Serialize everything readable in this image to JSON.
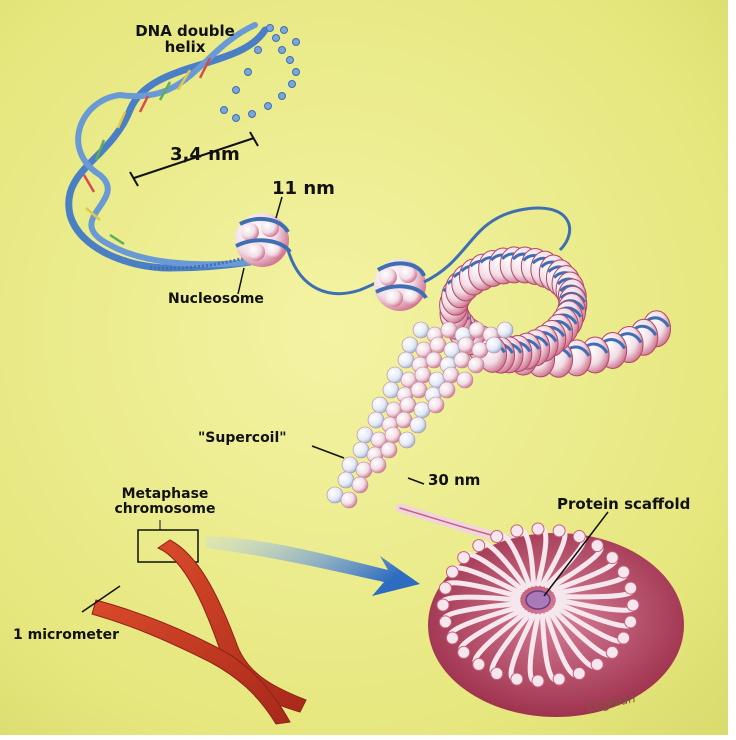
{
  "labels": {
    "dna_line1": "DNA double",
    "dna_line2": "helix",
    "width_dna": "3,4 nm",
    "width_11": "11 nm",
    "nucleosome": "Nucleosome",
    "supercoil": "\"Supercoil\"",
    "width_30": "30 nm",
    "metaphase_line1": "Metaphase",
    "metaphase_line2": "chromosome",
    "protein_scaffold": "Protein scaffold",
    "micrometer": "1 micrometer"
  },
  "signature": "Coghlan",
  "colors": {
    "background": "#ecec8a",
    "dna_strand": "#4a7fc6",
    "histone": "#f3e3ea",
    "histone_shadow": "#c9607e",
    "chromosome": "#c53a22",
    "arrow": "#3a7cc9",
    "scaffold": "#b23a58"
  }
}
